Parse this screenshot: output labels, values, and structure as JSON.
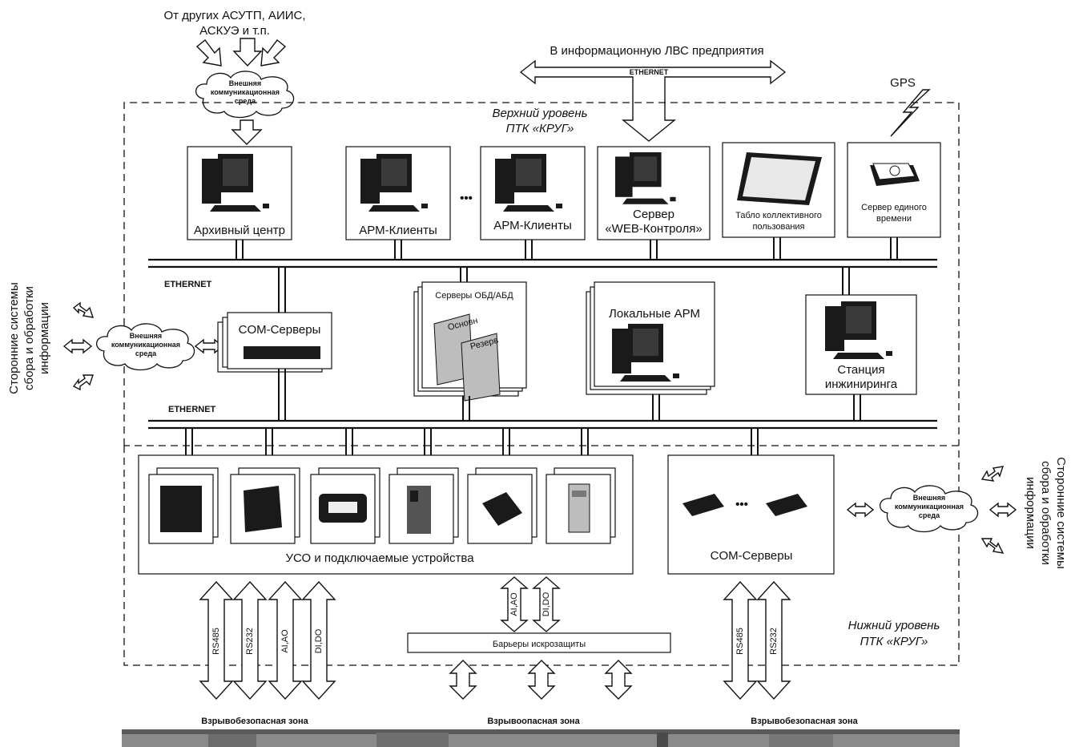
{
  "top_sources": {
    "line1": "От других АСУТП, АИИС,",
    "line2": "АСКУЭ и т.п."
  },
  "cloud_label": [
    "Внешняя",
    "коммуникационная",
    "среда"
  ],
  "enterprise_lan": {
    "label": "В информационную ЛВС предприятия",
    "proto": "ETHERNET"
  },
  "gps": "GPS",
  "upper_level": {
    "line1": "Верхний уровень",
    "line2": "ПТК «КРУГ»"
  },
  "lower_level": {
    "line1": "Нижний уровень",
    "line2": "ПТК «КРУГ»"
  },
  "top_nodes": {
    "archive": "Архивный центр",
    "arm1": "АРМ-Клиенты",
    "dots": "•••",
    "arm2": "АРМ-Клиенты",
    "web_line1": "Сервер",
    "web_line2": "«WEB-Контроля»",
    "panel_line1": "Табло коллективного",
    "panel_line2": "пользования",
    "time_line1": "Сервер единого",
    "time_line2": "времени"
  },
  "ethernet1": "ETHERNET",
  "ethernet2": "ETHERNET",
  "mid_nodes": {
    "com_servers": "COM-Серверы",
    "db_servers": "Серверы ОБД/АБД",
    "db_main": "Основн",
    "db_reserve": "Резерв",
    "local_arm": "Локальные АРМ",
    "eng_line1": "Станция",
    "eng_line2": "инжиниринга"
  },
  "side_left": [
    "Сторонние системы",
    "сбора и обработки",
    "информации"
  ],
  "side_right": [
    "Сторонние системы",
    "сбора и обработки",
    "информации"
  ],
  "uso": {
    "label": "УСО и подключаемые  устройства"
  },
  "com_bottom": {
    "label": "COM-Серверы",
    "dots": "•••"
  },
  "barrier": "Барьеры искрозащиты",
  "signals_left": [
    "RS485",
    "RS232",
    "AI,AO",
    "DI,DO"
  ],
  "signals_mid": [
    "AI,AO",
    "DI,DO"
  ],
  "signals_right": [
    "RS485",
    "RS232"
  ],
  "zones": {
    "left": "Взрывобезопасная зона",
    "mid": "Взрывоопасная зона",
    "right": "Взрывобезопасная зона"
  }
}
